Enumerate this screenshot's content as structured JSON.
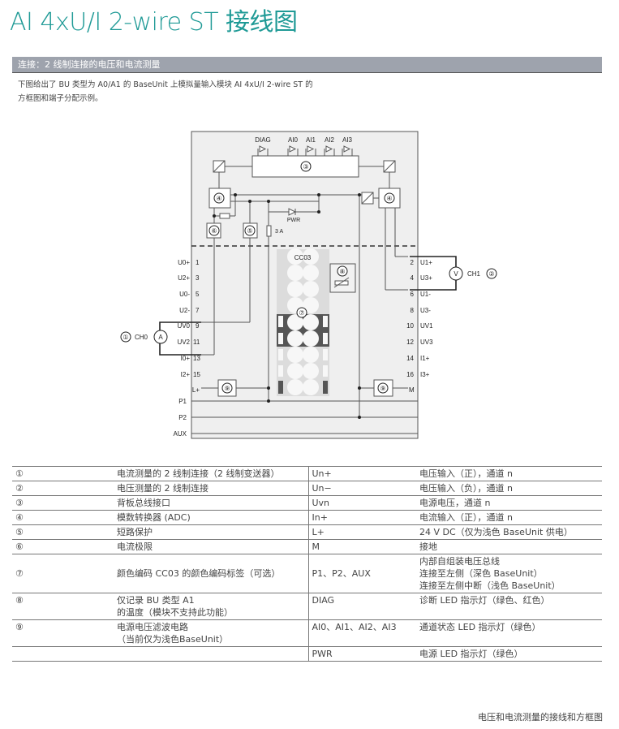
{
  "title": "AI 4xU/I 2-wire ST 接线图",
  "section_title": "连接：2 线制连接的电压和电流测量",
  "intro_lines": [
    "下图给出了 BU 类型为 A0/A1 的 BaseUnit 上模拟量输入模块 AI 4xU/I 2-wire ST 的",
    "方框图和端子分配示例。"
  ],
  "diagram": {
    "leds": [
      "DIAG",
      "AI0",
      "AI1",
      "AI2",
      "AI3"
    ],
    "pwr_label": "PWR",
    "fuse_label": "3 A",
    "color_code": "CC03",
    "markers": {
      "m1": "①",
      "m2": "②",
      "m3": "③",
      "m4": "④",
      "m5": "⑤",
      "m6": "⑥",
      "m7": "⑦",
      "m8": "⑧",
      "m9": "⑨"
    },
    "ammeter": "A",
    "voltmeter": "V",
    "ch0": "CH0",
    "ch1": "CH1",
    "left_terminals": [
      {
        "label": "U0+",
        "num": "1"
      },
      {
        "label": "U2+",
        "num": "3"
      },
      {
        "label": "U0-",
        "num": "5"
      },
      {
        "label": "U2-",
        "num": "7"
      },
      {
        "label": "UV0",
        "num": "9"
      },
      {
        "label": "UV2",
        "num": "11"
      },
      {
        "label": "I0+",
        "num": "13"
      },
      {
        "label": "I2+",
        "num": "15"
      },
      {
        "label": "L+",
        "num": ""
      }
    ],
    "right_terminals": [
      {
        "label": "U1+",
        "num": "2"
      },
      {
        "label": "U3+",
        "num": "4"
      },
      {
        "label": "U1-",
        "num": "6"
      },
      {
        "label": "U3-",
        "num": "8"
      },
      {
        "label": "UV1",
        "num": "10"
      },
      {
        "label": "UV3",
        "num": "12"
      },
      {
        "label": "I1+",
        "num": "14"
      },
      {
        "label": "I3+",
        "num": "16"
      },
      {
        "label": "M",
        "num": ""
      }
    ],
    "bus": [
      "P1",
      "P2",
      "AUX"
    ]
  },
  "legend_rows": [
    {
      "no": "①",
      "desc": [
        "电流测量的 2 线制连接（2 线制变送器）"
      ],
      "term": "Un+",
      "meaning": [
        "电压输入（正），通道 n"
      ]
    },
    {
      "no": "②",
      "desc": [
        "电压测量的 2 线制连接"
      ],
      "term": "Un−",
      "meaning": [
        "电压输入（负），通道 n"
      ]
    },
    {
      "no": "③",
      "desc": [
        "背板总线接口"
      ],
      "term": "Uvn",
      "meaning": [
        "电源电压，通道 n"
      ]
    },
    {
      "no": "④",
      "desc": [
        "模数转换器 (ADC)"
      ],
      "term": "In+",
      "meaning": [
        "电流输入（正），通道 n"
      ]
    },
    {
      "no": "⑤",
      "desc": [
        "短路保护"
      ],
      "term": "L+",
      "meaning": [
        "24 V DC（仅为浅色 BaseUnit 供电）"
      ]
    },
    {
      "no": "⑥",
      "desc": [
        "电流极限"
      ],
      "term": "M",
      "meaning": [
        "接地"
      ]
    },
    {
      "no": "⑦",
      "desc": [
        "颜色编码 CC03 的颜色编码标签（可选）"
      ],
      "term": "P1、P2、AUX",
      "meaning": [
        "内部自组装电压总线",
        "连接至左侧（深色 BaseUnit）",
        "连接至左侧中断（浅色 BaseUnit）"
      ]
    },
    {
      "no": "⑧",
      "desc": [
        "仅记录 BU 类型 A1",
        "的温度（模块不支持此功能）"
      ],
      "term": "DIAG",
      "meaning": [
        "诊断 LED 指示灯（绿色、红色）"
      ]
    },
    {
      "no": "⑨",
      "desc": [
        "电源电压滤波电路",
        "（当前仅为浅色BaseUnit）"
      ],
      "term": "AI0、AI1、AI2、AI3",
      "meaning": [
        "通道状态 LED 指示灯（绿色）"
      ]
    },
    {
      "no": "",
      "desc": [
        ""
      ],
      "term": "PWR",
      "meaning": [
        "电源 LED 指示灯（绿色）"
      ]
    }
  ],
  "caption": "电压和电流测量的接线和方框图"
}
